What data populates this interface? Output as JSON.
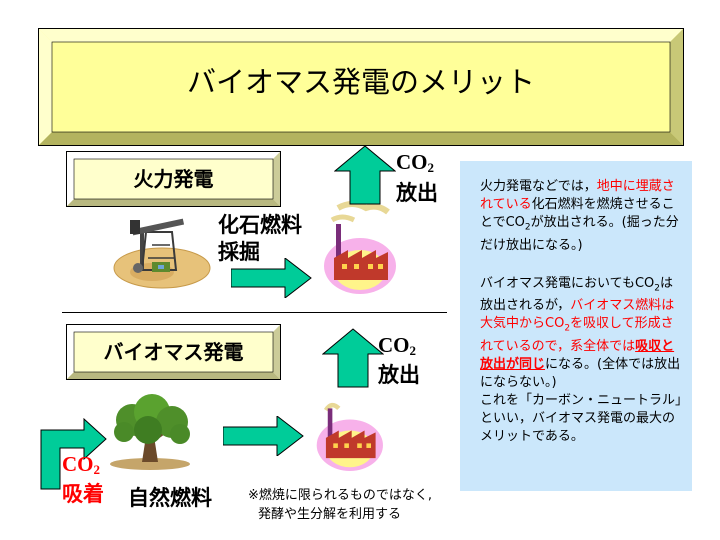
{
  "title": "バイオマス発電のメリット",
  "sections": {
    "thermal": {
      "label": "火力発電",
      "fuel_line1": "化石燃料",
      "fuel_line2": "採掘",
      "co2_text": "CO",
      "co2_sub": "2",
      "release": "放出"
    },
    "biomass": {
      "label": "バイオマス発電",
      "co2_text": "CO",
      "co2_sub": "2",
      "release": "放出",
      "absorb_co2_text": "CO",
      "absorb_co2_sub": "2",
      "absorb": "吸着",
      "fuel": "自然燃料"
    }
  },
  "note": {
    "line1": "※燃焼に限られるものではなく,",
    "line2": "発酵や生分解を利用する"
  },
  "panel": {
    "p1": {
      "a": "火力発電などでは，",
      "b": "地中に埋蔵されている",
      "c": "化石燃料を燃焼させることでCO",
      "d": "2",
      "e": "が放出される。(掘った分だけ放出になる。)"
    },
    "p2": {
      "a": "バイオマス発電においてもCO",
      "b": "2",
      "c": "は放出されるが，",
      "d": "バイオマス燃料は大気中からCO",
      "e": "2",
      "f": "を吸収して形成されているので，",
      "g": "系全体では",
      "h": "吸収と放出が同じ",
      "i": "になる。(全体では放出にならない。)",
      "j": "これを「カーボン・ニュートラル」といい，バイオマス発電の最大のメリットである。"
    }
  },
  "colors": {
    "title_fill": "#ffff99",
    "label_fill": "#ffffcc",
    "arrow_fill": "#00cc99",
    "panel_fill": "#cbe7fb",
    "highlight_red": "#ff0000"
  }
}
